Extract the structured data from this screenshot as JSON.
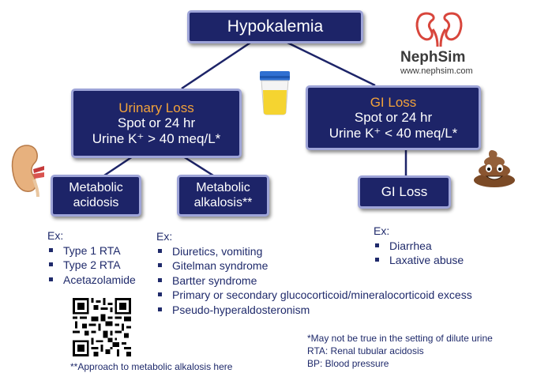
{
  "top_box": {
    "title": "Hypokalemia"
  },
  "urinary_box": {
    "heading": "Urinary Loss",
    "line1": "Spot  or 24 hr",
    "line2": "Urine K⁺ > 40 meq/L*"
  },
  "gi_box": {
    "heading": "GI Loss",
    "line1": "Spot  or 24 hr",
    "line2": "Urine K⁺ < 40 meq/L*"
  },
  "acidosis_box": {
    "line1": "Metabolic",
    "line2": "acidosis"
  },
  "alkalosis_box": {
    "line1": "Metabolic",
    "line2": "alkalosis**"
  },
  "gi_loss_box": {
    "label": "GI Loss"
  },
  "acidosis_list": {
    "heading": "Ex:",
    "items": [
      "Type 1 RTA",
      "Type 2 RTA",
      "Acetazolamide"
    ]
  },
  "alkalosis_list": {
    "heading": "Ex:",
    "items": [
      "Diuretics, vomiting",
      "Gitelman syndrome",
      "Bartter syndrome",
      "Primary or secondary glucocorticoid/mineralocorticoid excess",
      "Pseudo-hyperaldosteronism"
    ]
  },
  "gi_list": {
    "heading": "Ex:",
    "items": [
      "Diarrhea",
      "Laxative abuse"
    ]
  },
  "brand": {
    "name": "NephSim",
    "url": "www.nephsim.com"
  },
  "notes": [
    "*May not be true in the setting of dilute urine",
    "RTA: Renal tubular acidosis",
    "BP: Blood pressure"
  ],
  "qr_caption": "**Approach to metabolic alkalosis here",
  "colors": {
    "box_fill": "#1d2468",
    "box_border": "#9ea4d8",
    "accent": "#f2a23a",
    "text": "#1f2a6b",
    "brand_red": "#d8463c"
  },
  "icons": [
    "kidney-icon",
    "urine-cup-icon",
    "poop-emoji-icon",
    "qr-code",
    "nephsim-logo-icon"
  ]
}
